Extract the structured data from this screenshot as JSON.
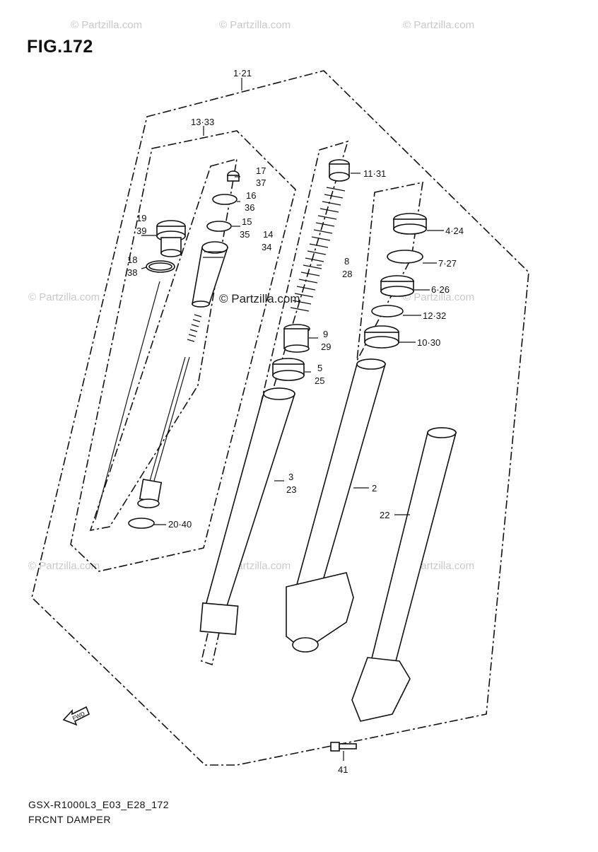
{
  "figure": {
    "title": "FIG.172",
    "model_code": "GSX-R1000L3_E03_E28_172",
    "caption": "FRCNT DAMPER"
  },
  "watermark": {
    "text": "© Partzilla.com",
    "center_text": "© Partzilla.com"
  },
  "callouts": {
    "c1": "1·21",
    "c2": "13·33",
    "c3": "17",
    "c3b": "37",
    "c4": "16",
    "c4b": "36",
    "c5": "15",
    "c5b": "35",
    "c6": "14",
    "c6b": "34",
    "c7": "19",
    "c7b": "39",
    "c8": "18",
    "c8b": "38",
    "c9": "11·31",
    "c10": "8",
    "c10b": "28",
    "c11": "9",
    "c11b": "29",
    "c12": "5",
    "c12b": "25",
    "c13": "4·24",
    "c14": "7·27",
    "c15": "6·26",
    "c16": "12·32",
    "c17": "10·30",
    "c18": "3",
    "c18b": "23",
    "c19": "2",
    "c20": "22",
    "c21": "20·40",
    "c22": "41",
    "fwd": "FWD"
  }
}
